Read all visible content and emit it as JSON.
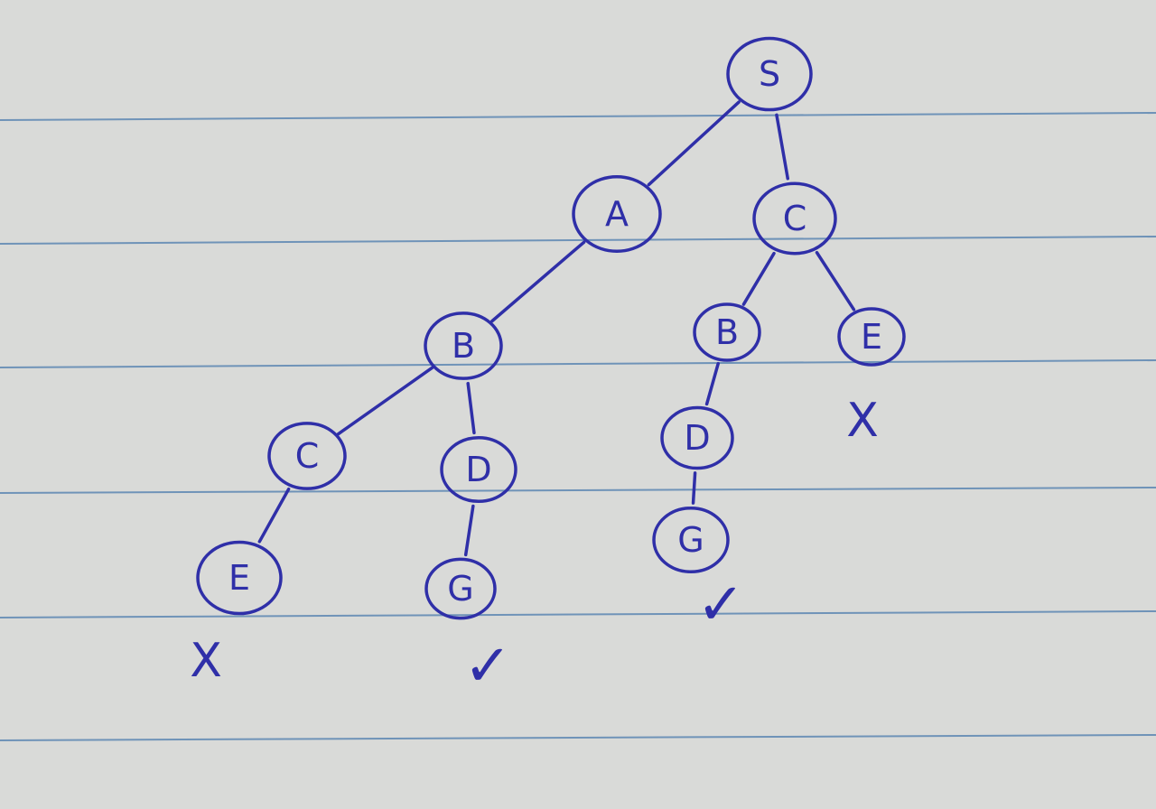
{
  "diagram": {
    "paper": {
      "background": "#d9dad8",
      "ink": "#2f2fa8",
      "rule_color": "#6f93b8"
    },
    "nodes": [
      {
        "id": "n1",
        "label": "S",
        "depth": 0
      },
      {
        "id": "n2",
        "label": "A",
        "depth": 1
      },
      {
        "id": "n3",
        "label": "C",
        "depth": 1
      },
      {
        "id": "n4",
        "label": "B",
        "depth": 2
      },
      {
        "id": "n5",
        "label": "C",
        "depth": 3
      },
      {
        "id": "n6",
        "label": "D",
        "depth": 3
      },
      {
        "id": "n7",
        "label": "E",
        "depth": 4
      },
      {
        "id": "n8",
        "label": "G",
        "depth": 4
      },
      {
        "id": "n9",
        "label": "B",
        "depth": 2
      },
      {
        "id": "n10",
        "label": "E",
        "depth": 2
      },
      {
        "id": "n11",
        "label": "D",
        "depth": 3
      },
      {
        "id": "n12",
        "label": "G",
        "depth": 4
      }
    ],
    "edges": [
      [
        "n1",
        "n2"
      ],
      [
        "n1",
        "n3"
      ],
      [
        "n2",
        "n4"
      ],
      [
        "n4",
        "n5"
      ],
      [
        "n4",
        "n6"
      ],
      [
        "n5",
        "n7"
      ],
      [
        "n6",
        "n8"
      ],
      [
        "n3",
        "n9"
      ],
      [
        "n3",
        "n10"
      ],
      [
        "n9",
        "n11"
      ],
      [
        "n11",
        "n12"
      ]
    ],
    "marks": [
      {
        "id": "m1",
        "label": "X",
        "below": "n7",
        "meaning": "fail"
      },
      {
        "id": "m2",
        "label": "✓",
        "below": "n8",
        "meaning": "success"
      },
      {
        "id": "m3",
        "label": "✓",
        "below": "n12",
        "meaning": "success"
      },
      {
        "id": "m4",
        "label": "X",
        "below": "n10",
        "meaning": "fail"
      }
    ]
  }
}
